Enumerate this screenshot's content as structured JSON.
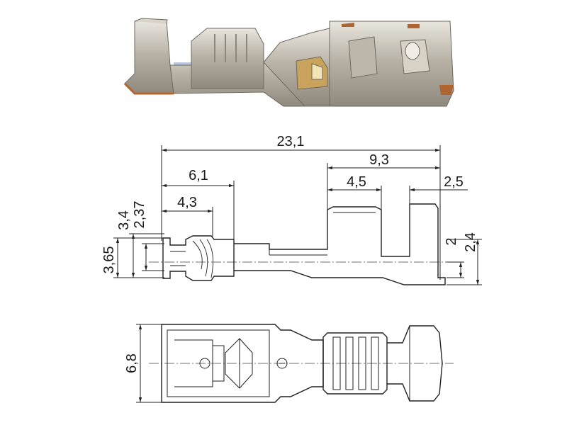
{
  "figure": {
    "photo": {
      "description_icon": "crimp-terminal-photo"
    },
    "dimensions": {
      "overall_length": "23,1",
      "contact_length": "9,3",
      "box_width": "4,5",
      "tip_length": "2,5",
      "crimp_length": "6,1",
      "wire_crimp": "4,3",
      "height_3_4": "3,4",
      "height_2_37": "2,37",
      "height_3_65": "3,65",
      "height_2": "2",
      "height_2_4": "2,4",
      "width_6_8": "6,8"
    }
  }
}
